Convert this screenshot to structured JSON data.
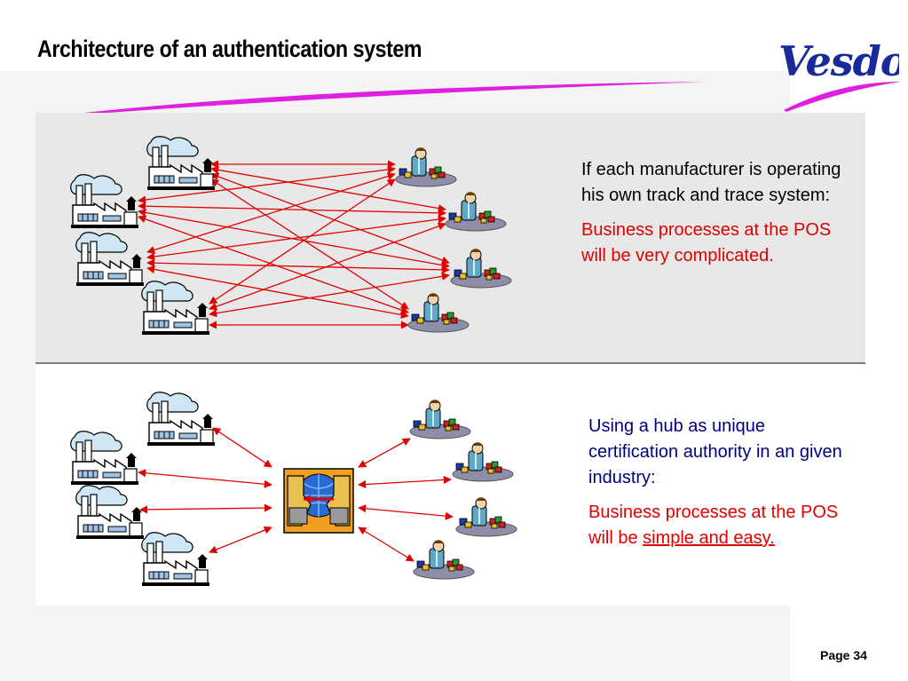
{
  "slide": {
    "title": "Architecture of an authentication system",
    "logo_text": "Vesdo",
    "page_label": "Page 34"
  },
  "top_panel": {
    "lead": "If each manufacturer is operating his own track and trace system:",
    "result": "Business processes at the POS will be very complicated.",
    "manufacturer_count": 4,
    "retailer_count": 4
  },
  "bottom_panel": {
    "lead": "Using a hub as unique certification authority in an given industry:",
    "result_prefix": "Business processes at the POS will be ",
    "result_emphasis": "simple and easy.",
    "manufacturer_count": 4,
    "retailer_count": 4
  },
  "colors": {
    "arrow": "#e00000",
    "accent_magenta": "#e020e0",
    "logo_blue": "#1a2a9a",
    "panel_grey": "#e8e8e8"
  },
  "icons": {
    "manufacturer": "factory-icon",
    "retailer": "retailer-clerk-icon",
    "hub": "hub-server-icon"
  }
}
